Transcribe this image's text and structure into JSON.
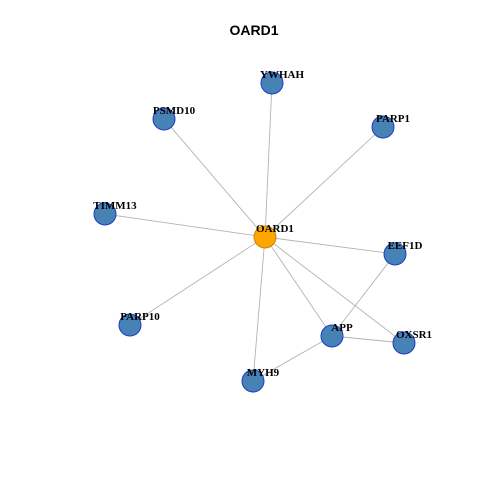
{
  "title": "OARD1",
  "colors": {
    "center_fill": "#FFA500",
    "center_stroke": "#CC8400",
    "node_fill": "#4682B4",
    "node_stroke": "#1E3BC8",
    "edge": "#B3B3B3"
  },
  "nodes": [
    {
      "id": "OARD1",
      "label": "OARD1",
      "role": "center"
    },
    {
      "id": "YWHAH",
      "label": "YWHAH",
      "role": "neighbor"
    },
    {
      "id": "PSMD10",
      "label": "PSMD10",
      "role": "neighbor"
    },
    {
      "id": "PARP1",
      "label": "PARP1",
      "role": "neighbor"
    },
    {
      "id": "TIMM13",
      "label": "TIMM13",
      "role": "neighbor"
    },
    {
      "id": "EEF1D",
      "label": "EEF1D",
      "role": "neighbor"
    },
    {
      "id": "PARP10",
      "label": "PARP10",
      "role": "neighbor"
    },
    {
      "id": "APP",
      "label": "APP",
      "role": "neighbor"
    },
    {
      "id": "OXSR1",
      "label": "OXSR1",
      "role": "neighbor"
    },
    {
      "id": "MYH9",
      "label": "MYH9",
      "role": "neighbor"
    }
  ],
  "edges": [
    [
      "OARD1",
      "YWHAH"
    ],
    [
      "OARD1",
      "PSMD10"
    ],
    [
      "OARD1",
      "PARP1"
    ],
    [
      "OARD1",
      "TIMM13"
    ],
    [
      "OARD1",
      "EEF1D"
    ],
    [
      "OARD1",
      "PARP10"
    ],
    [
      "OARD1",
      "APP"
    ],
    [
      "OARD1",
      "OXSR1"
    ],
    [
      "OARD1",
      "MYH9"
    ],
    [
      "EEF1D",
      "APP"
    ],
    [
      "APP",
      "OXSR1"
    ],
    [
      "APP",
      "MYH9"
    ]
  ]
}
